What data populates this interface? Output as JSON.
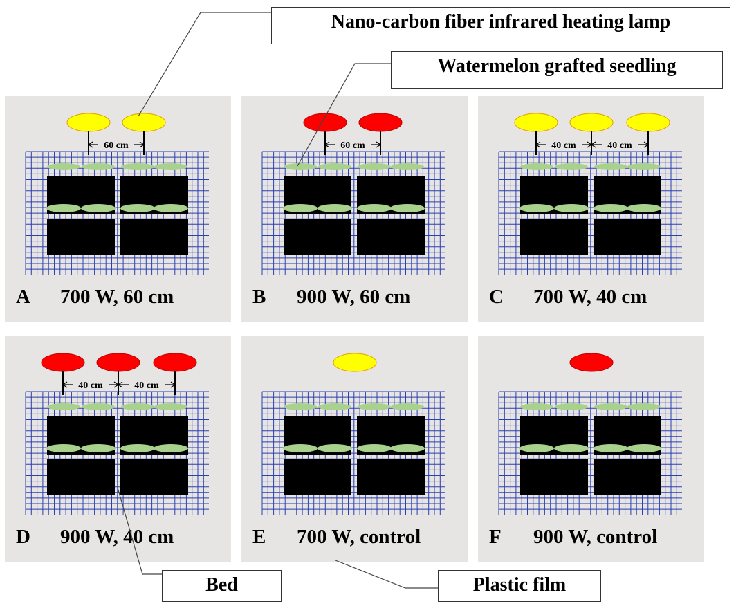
{
  "callouts": {
    "lamp": "Nano-carbon fiber infrared heating lamp",
    "seedling": "Watermelon grafted seedling",
    "bed": "Bed",
    "film": "Plastic film"
  },
  "colors": {
    "panel_bg": "#e7e4e4",
    "mesh": "#2a3fb0",
    "bed": "#000000",
    "seedling": "#a9d18e",
    "lamp_700W": "#ffff00",
    "lamp_900W": "#ff0000"
  },
  "panels": [
    {
      "letter": "A",
      "caption": "700 W, 60 cm",
      "lamp_color": "yellow",
      "spacing": "60 cm",
      "lamp_count": 2
    },
    {
      "letter": "B",
      "caption": "900 W, 60 cm",
      "lamp_color": "red",
      "spacing": "60 cm",
      "lamp_count": 2
    },
    {
      "letter": "C",
      "caption": "700 W, 40 cm",
      "lamp_color": "yellow",
      "spacing": "40 cm",
      "lamp_count": 3
    },
    {
      "letter": "D",
      "caption": "900 W, 40 cm",
      "lamp_color": "red",
      "spacing": "40 cm",
      "lamp_count": 3
    },
    {
      "letter": "E",
      "caption": "700 W, control",
      "lamp_color": "yellow",
      "spacing": "",
      "lamp_count": 1
    },
    {
      "letter": "F",
      "caption": "900 W, control",
      "lamp_color": "red",
      "spacing": "",
      "lamp_count": 1
    }
  ]
}
